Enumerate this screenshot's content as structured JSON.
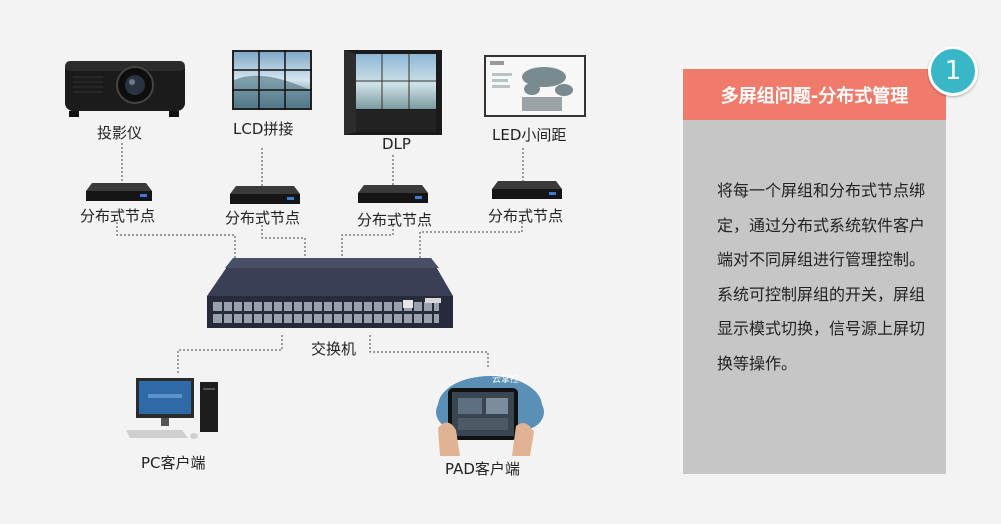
{
  "devices": {
    "projector": "投影仪",
    "lcd": "LCD拼接",
    "dlp": "DLP",
    "led": "LED小间距"
  },
  "nodes": {
    "node1": "分布式节点",
    "node2": "分布式节点",
    "node3": "分布式节点",
    "node4": "分布式节点"
  },
  "switch_label": "交换机",
  "clients": {
    "pc": "PC客户端",
    "pad": "PAD客户端",
    "cloud_tag": "云掌控"
  },
  "panel": {
    "badge": "1",
    "title": "多屏组问题-分布式管理",
    "body": "将每一个屏组和分布式节点绑定，通过分布式系统软件客户端对不同屏组进行管理控制。系统可控制屏组的开关，屏组显示模式切换，信号源上屏切换等操作。"
  },
  "colors": {
    "background": "#f3f3f3",
    "panel_header": "#f07b6b",
    "panel_body": "#c6c6c6",
    "badge": "#39b7c6"
  }
}
